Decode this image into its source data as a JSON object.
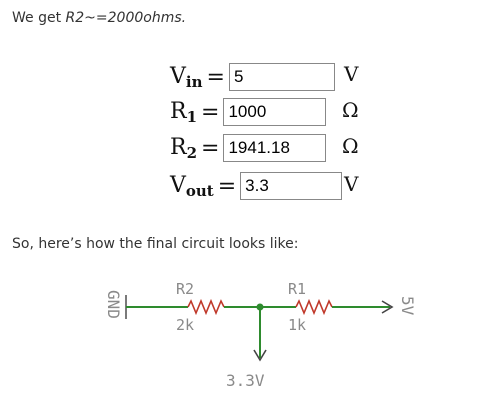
{
  "intro": {
    "prefix": "We get ",
    "emph": "R2~=2000ohms."
  },
  "calculator": {
    "rows": [
      {
        "symbol": "V",
        "sub": "in",
        "value": "5",
        "unit": "V"
      },
      {
        "symbol": "R",
        "sub": "1",
        "value": "1000",
        "unit": "Ω"
      },
      {
        "symbol": "R",
        "sub": "2",
        "value": "1941.18",
        "unit": "Ω"
      },
      {
        "symbol": "V",
        "sub": "out",
        "value": "3.3",
        "unit": "V"
      }
    ],
    "equals": "="
  },
  "final_text": "So, here’s how the final circuit looks like:",
  "circuit": {
    "gnd_label": "GND",
    "r2_name": "R2",
    "r2_value": "2k",
    "r1_name": "R1",
    "r1_value": "1k",
    "supply_label": "5V",
    "output_label": "3.3V",
    "colors": {
      "wire": "#2e8b2e",
      "resistor": "#c0392b",
      "junction": "#2e8b2e",
      "label": "#8a8a8a"
    }
  }
}
